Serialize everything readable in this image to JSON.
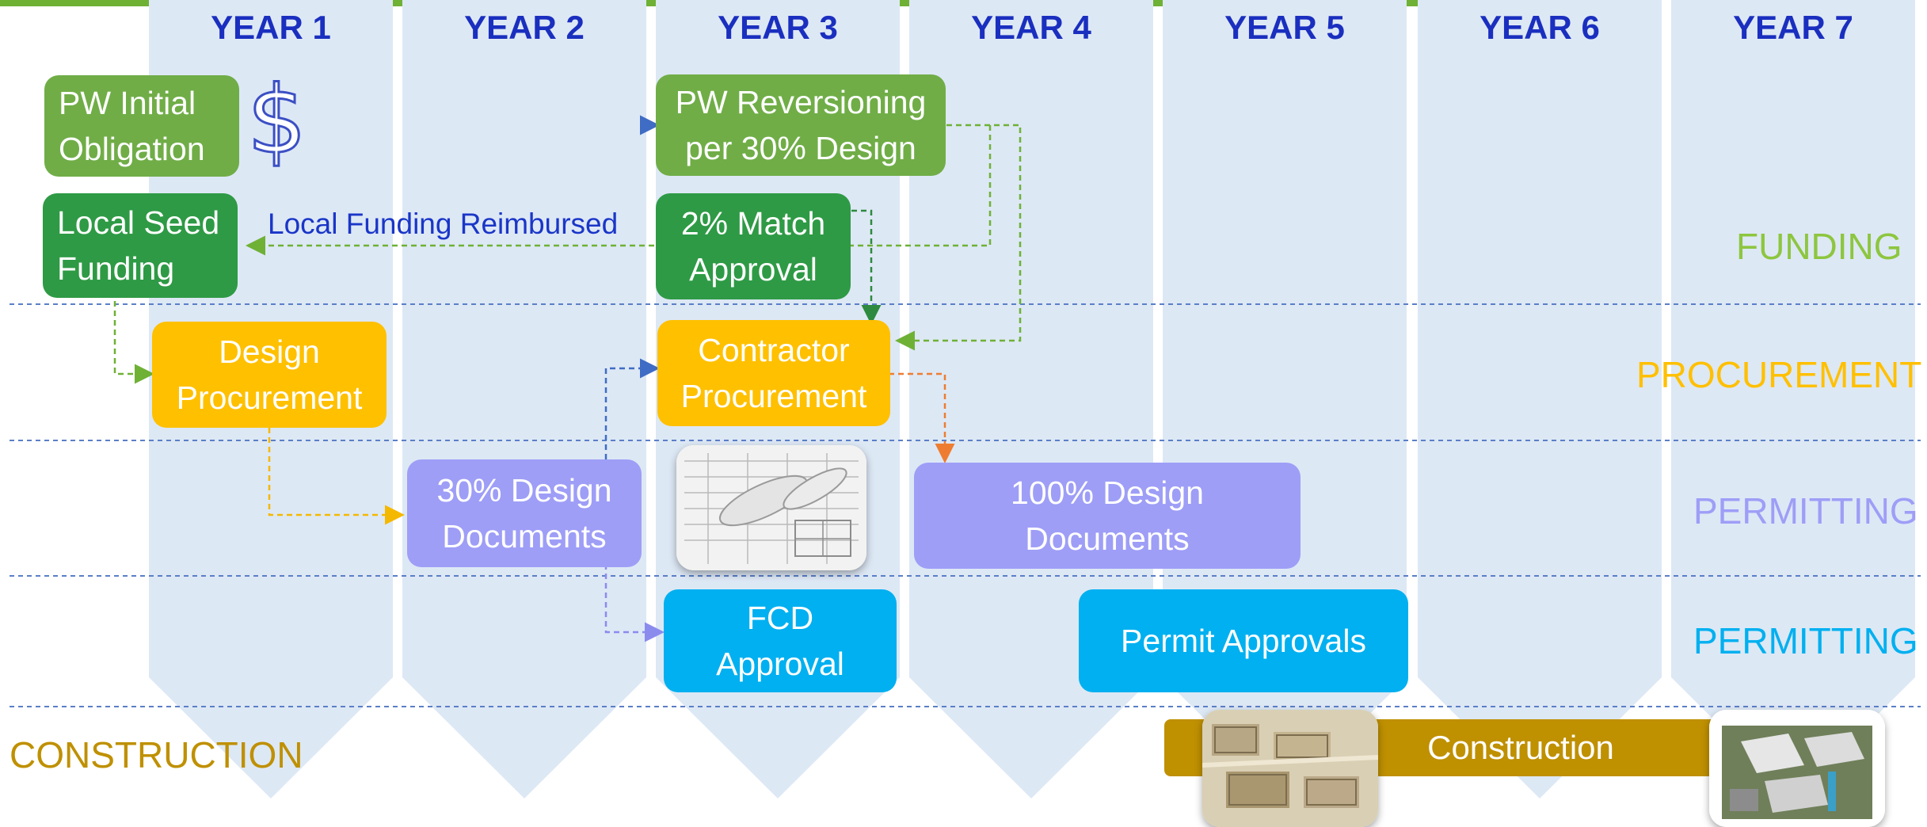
{
  "years": [
    "YEAR 1",
    "YEAR 2",
    "YEAR 3",
    "YEAR 4",
    "YEAR 5",
    "YEAR 6",
    "YEAR 7"
  ],
  "lanes": {
    "funding": "FUNDING",
    "procurement": "PROCUREMENT",
    "permitting_design": "PERMITTING",
    "permitting_approvals": "PERMITTING",
    "construction": "CONSTRUCTION"
  },
  "boxes": {
    "pw_initial": "PW Initial\nObligation",
    "pw_reversioning": "PW Reversioning\nper 30% Design",
    "local_seed": "Local Seed\nFunding",
    "match_approval": "2% Match\nApproval",
    "design_procurement": "Design\nProcurement",
    "contractor_procurement": "Contractor\nProcurement",
    "design_30": "30% Design\nDocuments",
    "design_100": "100% Design\nDocuments",
    "fcd_approval": "FCD\nApproval",
    "permit_approvals": "Permit Approvals",
    "construction_bar": "Construction"
  },
  "notes": {
    "local_funding_reimbursed": "Local Funding Reimbursed"
  },
  "icons": {
    "dollar": "$"
  },
  "colors": {
    "column_fill": "#dde8f5",
    "header_text": "#1a2fbf",
    "funding_light": "#70ad47",
    "funding_dark": "#2e9a45",
    "procurement": "#ffc000",
    "permitting_design": "#9e9ef7",
    "permitting_approval": "#00b0f0",
    "construction": "#bf9000",
    "top_bar": "#6fb135"
  }
}
